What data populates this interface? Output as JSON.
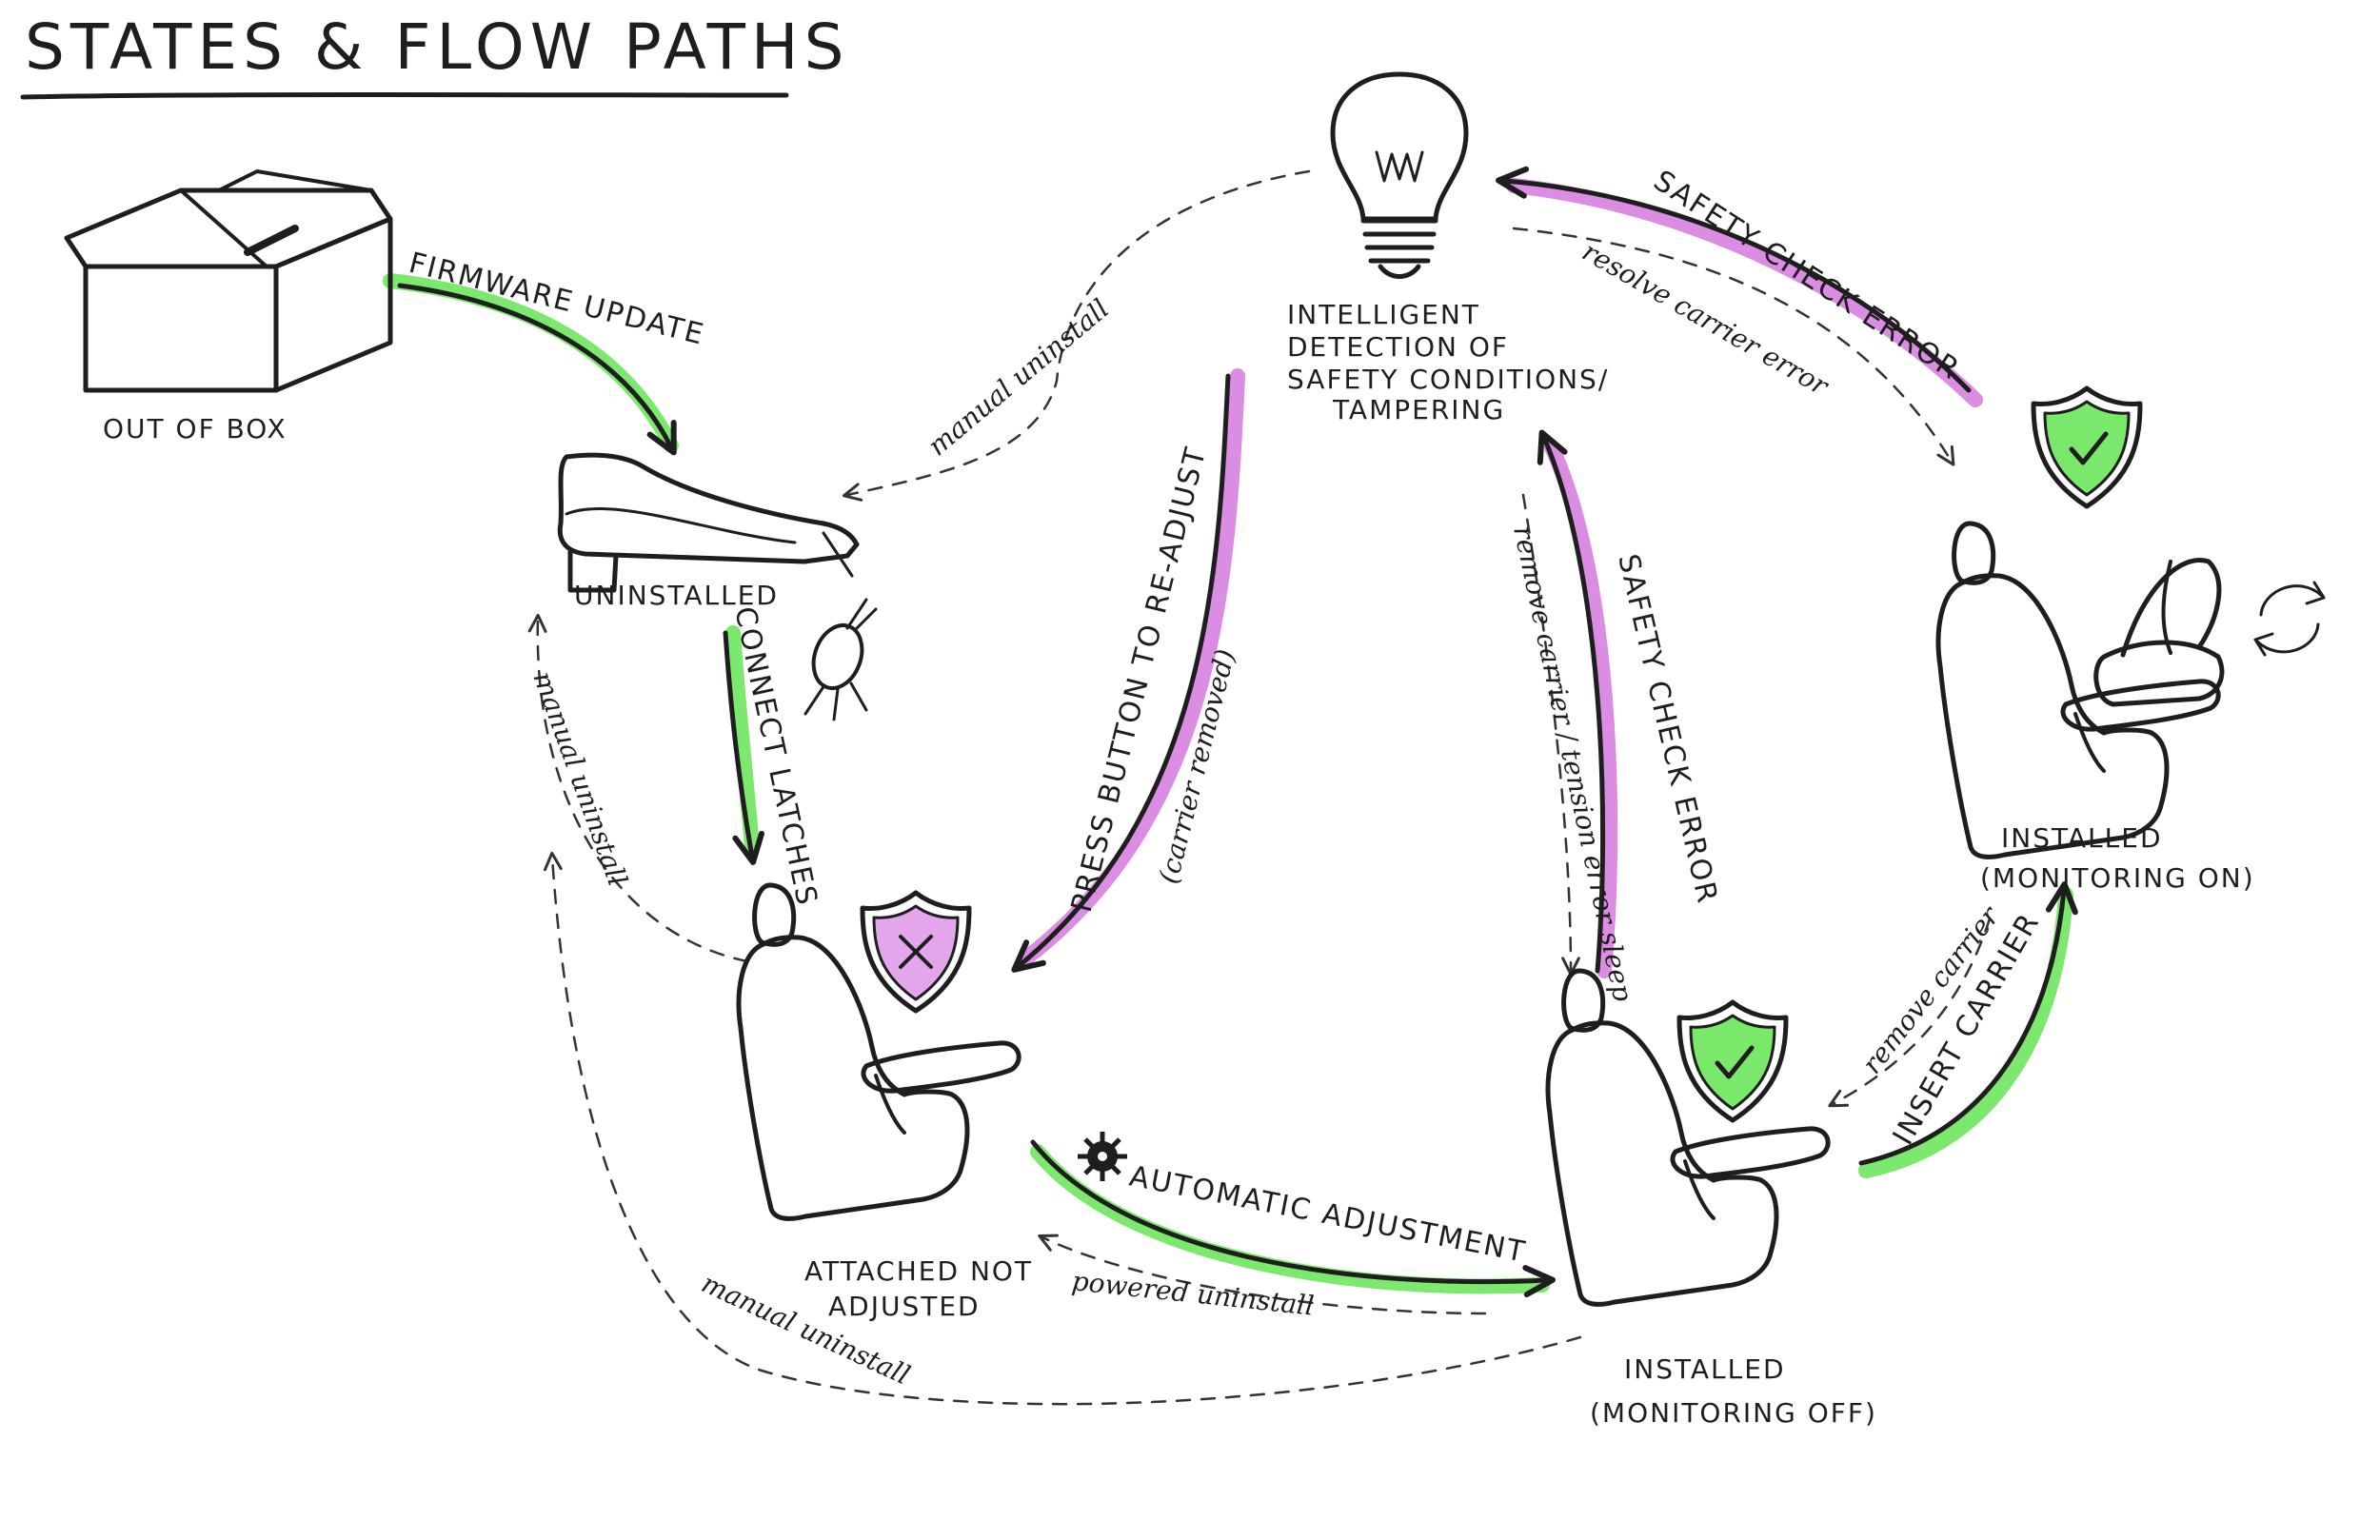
{
  "title": "STATES & FLOW PATHS",
  "colors": {
    "ink": "#1e1e1e",
    "green_highlight": "#6ee55e",
    "purple_highlight": "#d77fe0"
  },
  "states": {
    "out_of_box": "OUT OF BOX",
    "uninstalled": "UNINSTALLED",
    "attached_line1": "ATTACHED NOT",
    "attached_line2": "ADJUSTED",
    "installed_off_line1": "INSTALLED",
    "installed_off_line2": "(MONITORING OFF)",
    "installed_on_line1": "INSTALLED",
    "installed_on_line2": "(MONITORING ON)",
    "detection_line1": "INTELLIGENT",
    "detection_line2": "DETECTION OF",
    "detection_line3": "SAFETY CONDITIONS/",
    "detection_line4": "TAMPERING"
  },
  "transitions": {
    "firmware_update": "FIRMWARE UPDATE",
    "connect_latches": "CONNECT LATCHES",
    "press_button": "PRESS BUTTON TO RE-ADJUST",
    "carrier_removed": "(carrier removed)",
    "automatic_adjustment": "AUTOMATIC ADJUSTMENT",
    "powered_uninstall": "powered uninstall",
    "safety_check_error_top": "SAFETY CHECK ERROR",
    "resolve_carrier_error": "resolve carrier error",
    "safety_check_error_mid": "SAFETY CHECK ERROR",
    "remove_carrier_tension": "remove carrier / tension error sleep",
    "insert_carrier": "INSERT CARRIER",
    "remove_carrier": "remove carrier",
    "manual_uninstall_top": "manual uninstall",
    "manual_uninstall_left": "manual uninstall",
    "manual_uninstall_bottom": "manual uninstall"
  },
  "icons": {
    "box": "cardboard-box-icon",
    "shoe": "shoe-base-icon",
    "seat": "car-seat-icon",
    "bulb": "lightbulb-icon",
    "shield_ok": "shield-check-icon",
    "shield_err": "shield-x-icon",
    "refresh": "refresh-cycle-icon",
    "robot": "robot-arm-icon",
    "gear": "gear-icon"
  }
}
